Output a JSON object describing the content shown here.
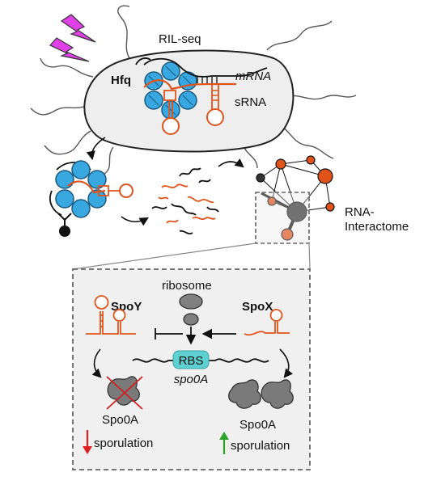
{
  "title": "RIL-seq",
  "cell_labels": {
    "hfq": "Hfq",
    "mrna": "mRNA",
    "srna": "sRNA"
  },
  "interactome_label_line1": "RNA-",
  "interactome_label_line2": "Interactome",
  "panel": {
    "ribosome": "ribosome",
    "spoy": "SpoY",
    "spox": "SpoX",
    "rbs": "RBS",
    "gene": "spo0A",
    "protein_left": "Spo0A",
    "protein_right": "Spo0A",
    "sporulation_left": "sporulation",
    "sporulation_right": "sporulation"
  },
  "colors": {
    "rna_orange": "#e0541c",
    "hfq_blue": "#39a7e0",
    "rbs_cyan": "#5fd0d2",
    "protein_gray": "#707070",
    "arrow_down_red": "#e02020",
    "arrow_up_green": "#2aa52a",
    "lightning_magenta": "#e040e8"
  }
}
